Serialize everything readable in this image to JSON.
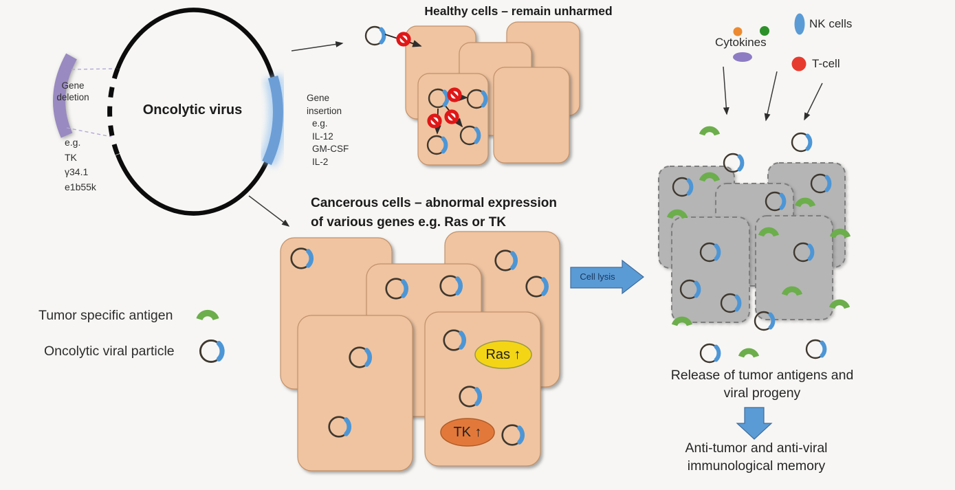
{
  "virus": {
    "label": "Oncolytic virus",
    "deletion": {
      "l1": "Gene",
      "l2": "deletion",
      "ex0": "e.g.",
      "ex1": "TK",
      "ex2": "γ34.1",
      "ex3": "e1b55k"
    },
    "insertion": {
      "l1": "Gene",
      "l2": "insertion",
      "ex0": "e.g.",
      "ex1": "IL-12",
      "ex2": "GM-CSF",
      "ex3": "IL-2"
    }
  },
  "healthy": {
    "title": "Healthy cells – remain unharmed"
  },
  "cancer": {
    "title_l1": "Cancerous cells – abnormal expression",
    "title_l2": "of various genes e.g. Ras or TK",
    "ras_label": "Ras ↑",
    "tk_label": "TK ↑"
  },
  "legend": {
    "antigen_label": "Tumor specific antigen",
    "particle_label": "Oncolytic viral particle"
  },
  "lysis": {
    "label": "Cell lysis"
  },
  "immune": {
    "cytokines_label": "Cytokines",
    "nk_label": "NK cells",
    "tcell_label": "T-cell"
  },
  "release": {
    "l1": "Release of tumor antigens and",
    "l2": "viral progeny"
  },
  "memory": {
    "l1": "Anti-tumor and anti-viral",
    "l2": "immunological memory"
  },
  "colors": {
    "cell_peach": "#f0c4a0",
    "cell_lysed": "#b5b5b5",
    "antigen_green": "#6cae4b",
    "particle_blue": "#4d96d6",
    "arrow_blue": "#5b9bd5",
    "deletion_purple": "#998ac1",
    "insertion_blue": "#6d9ed6",
    "ras_yellow": "#f4d516",
    "tk_orange": "#e2793a",
    "noentry_red": "#e01717"
  }
}
